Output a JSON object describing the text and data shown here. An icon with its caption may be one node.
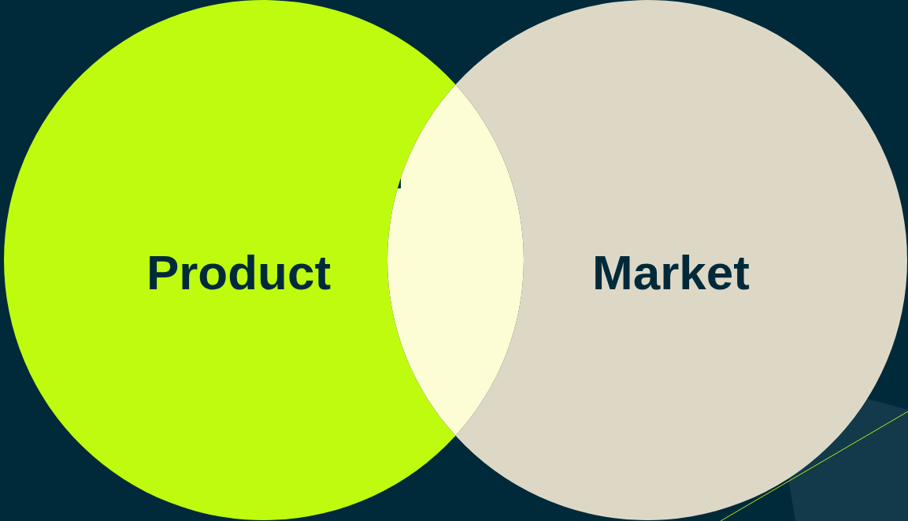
{
  "diagram": {
    "nodes": [
      {
        "text": [
          "Product"
        ]
      },
      {
        "text": [
          "Market"
        ]
      },
      {
        "text": [],
        "shape": "lens"
      }
    ]
  }
}
